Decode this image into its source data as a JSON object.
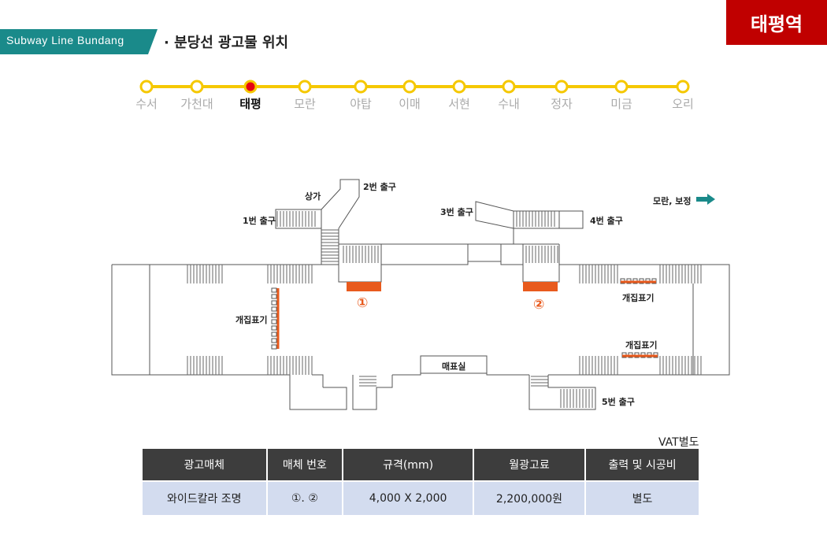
{
  "header": {
    "line_tag": "Subway Line Bundang",
    "line_tag_color": "#1a8a8a",
    "title": "· 분당선 광고물 위치",
    "station_badge": "태평역",
    "badge_color": "#c00000"
  },
  "line_map": {
    "line_color": "#f5c800",
    "current_color": "#e60012",
    "current_index": 2,
    "stations": [
      "수서",
      "가천대",
      "태평",
      "모란",
      "야탑",
      "이매",
      "서현",
      "수내",
      "정자",
      "미금",
      "오리"
    ]
  },
  "floor_plan": {
    "labels": {
      "mall": "상가",
      "exit1": "1번 출구",
      "exit2": "2번 출구",
      "exit3": "3번 출구",
      "exit4": "4번 출구",
      "exit5": "5번 출구",
      "direction": "모란, 보정",
      "ticket_office": "매표실",
      "gate1": "개집표기",
      "gate2": "개집표기",
      "gate3": "개집표기"
    },
    "markers": [
      "①",
      "②"
    ],
    "marker_color": "#e85a1d",
    "arrow_color": "#1a8a8a"
  },
  "pricing": {
    "vat_note": "VAT별도",
    "headers": [
      "광고매체",
      "매체 번호",
      "규격(mm)",
      "월광고료",
      "출력 및 시공비"
    ],
    "rows": [
      [
        "와이드칼라 조명",
        "①. ②",
        "4,000 X 2,000",
        "2,200,000원",
        "별도"
      ]
    ]
  }
}
